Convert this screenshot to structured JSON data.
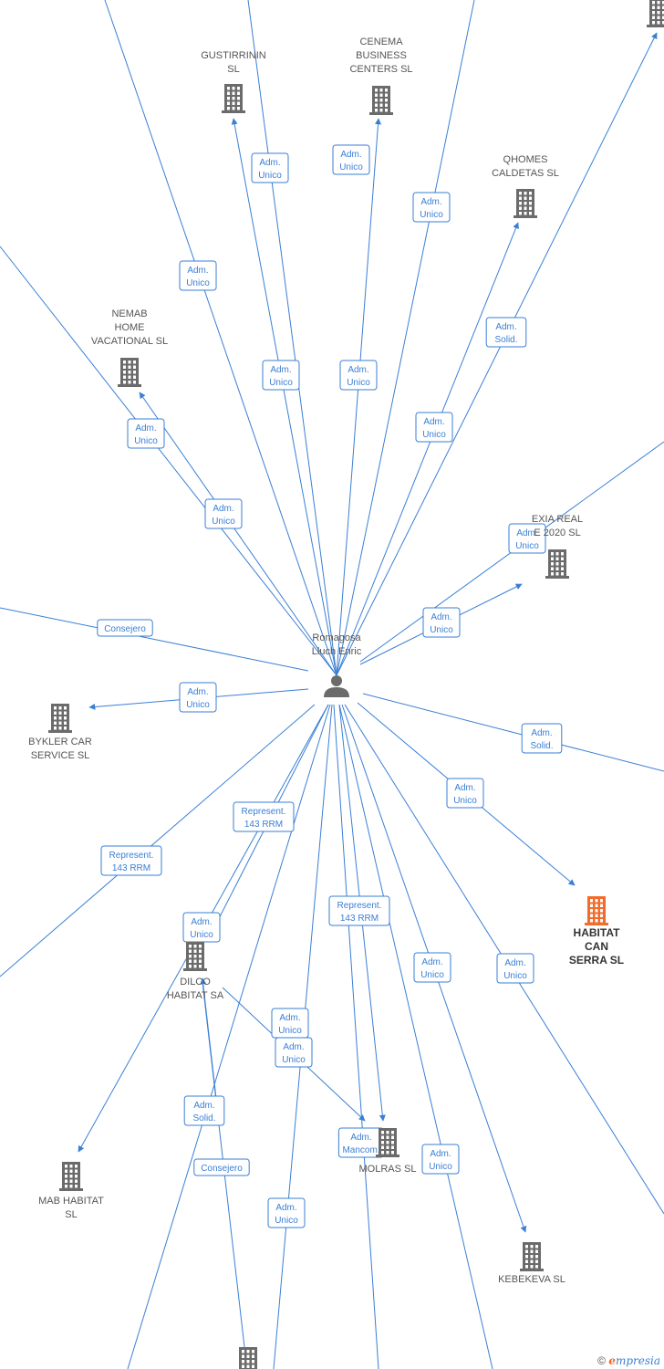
{
  "colors": {
    "edge": "#3a7fd5",
    "building": "#6b6b6b",
    "building_highlight": "#f26b2a",
    "person": "#6b6b6b"
  },
  "center": {
    "id": "person",
    "label": [
      "Romagosa",
      "Lluch Enric"
    ],
    "icon": "person-icon"
  },
  "nodes": [
    {
      "id": "gustirrinin",
      "label": [
        "GUSTIRRININ",
        "SL"
      ],
      "icon": "building-icon"
    },
    {
      "id": "cenema",
      "label": [
        "CENEMA",
        "BUSINESS",
        "CENTERS SL"
      ],
      "icon": "building-icon"
    },
    {
      "id": "qhomes",
      "label": [
        "QHOMES",
        "CALDETAS SL"
      ],
      "icon": "building-icon"
    },
    {
      "id": "nemab",
      "label": [
        "NEMAB",
        "HOME",
        "VACATIONAL SL"
      ],
      "icon": "building-icon"
    },
    {
      "id": "exia",
      "label": [
        "EXIA REAL",
        "E 2020 SL"
      ],
      "icon": "building-icon"
    },
    {
      "id": "bykler",
      "label": [
        "BYKLER CAR",
        "SERVICE SL"
      ],
      "icon": "building-icon"
    },
    {
      "id": "habitat",
      "label": [
        "HABITAT",
        "CAN",
        "SERRA SL"
      ],
      "icon": "building-icon",
      "highlight": true
    },
    {
      "id": "dilco",
      "label": [
        "DILCO",
        "HABITAT SA"
      ],
      "icon": "building-icon"
    },
    {
      "id": "molras",
      "label": [
        "MOLRAS SL"
      ],
      "icon": "building-icon"
    },
    {
      "id": "mab",
      "label": [
        "MAB HABITAT",
        "SL"
      ],
      "icon": "building-icon"
    },
    {
      "id": "kebekeva",
      "label": [
        "KEBEKEVA SL"
      ],
      "icon": "building-icon"
    },
    {
      "id": "bottom_bldg",
      "label": [],
      "icon": "building-icon"
    },
    {
      "id": "topright_bldg",
      "label": [],
      "icon": "building-icon"
    }
  ],
  "relations": [
    {
      "lines": [
        "Adm.",
        "Unico"
      ]
    },
    {
      "lines": [
        "Adm.",
        "Unico"
      ]
    },
    {
      "lines": [
        "Adm.",
        "Unico"
      ]
    },
    {
      "lines": [
        "Adm.",
        "Unico"
      ]
    },
    {
      "lines": [
        "Adm.",
        "Unico"
      ]
    },
    {
      "lines": [
        "Adm.",
        "Unico"
      ]
    },
    {
      "lines": [
        "Adm.",
        "Solid."
      ]
    },
    {
      "lines": [
        "Adm.",
        "Unico"
      ]
    },
    {
      "lines": [
        "Adm.",
        "Unico"
      ]
    },
    {
      "lines": [
        "Adm.",
        "Unico"
      ]
    },
    {
      "lines": [
        "Adm.",
        "Unico"
      ]
    },
    {
      "lines": [
        "Adm.",
        "Unico"
      ]
    },
    {
      "lines": [
        "Consejero"
      ]
    },
    {
      "lines": [
        "Adm.",
        "Unico"
      ]
    },
    {
      "lines": [
        "Adm.",
        "Solid."
      ]
    },
    {
      "lines": [
        "Adm.",
        "Unico"
      ]
    },
    {
      "lines": [
        "Represent.",
        "143 RRM"
      ]
    },
    {
      "lines": [
        "Represent.",
        "143 RRM"
      ]
    },
    {
      "lines": [
        "Represent.",
        "143 RRM"
      ]
    },
    {
      "lines": [
        "Adm.",
        "Unico"
      ]
    },
    {
      "lines": [
        "Adm.",
        "Unico"
      ]
    },
    {
      "lines": [
        "Adm.",
        "Unico"
      ]
    },
    {
      "lines": [
        "Adm.",
        "Unico"
      ]
    },
    {
      "lines": [
        "Adm.",
        "Unico"
      ]
    },
    {
      "lines": [
        "Adm.",
        "Solid."
      ]
    },
    {
      "lines": [
        "Adm.",
        "Mancom."
      ]
    },
    {
      "lines": [
        "Consejero"
      ]
    },
    {
      "lines": [
        "Adm.",
        "Unico"
      ]
    },
    {
      "lines": [
        "Adm.",
        "Unico"
      ]
    }
  ],
  "footer": {
    "copyright": "©",
    "brand_first": "e",
    "brand_rest": "mpresia"
  }
}
